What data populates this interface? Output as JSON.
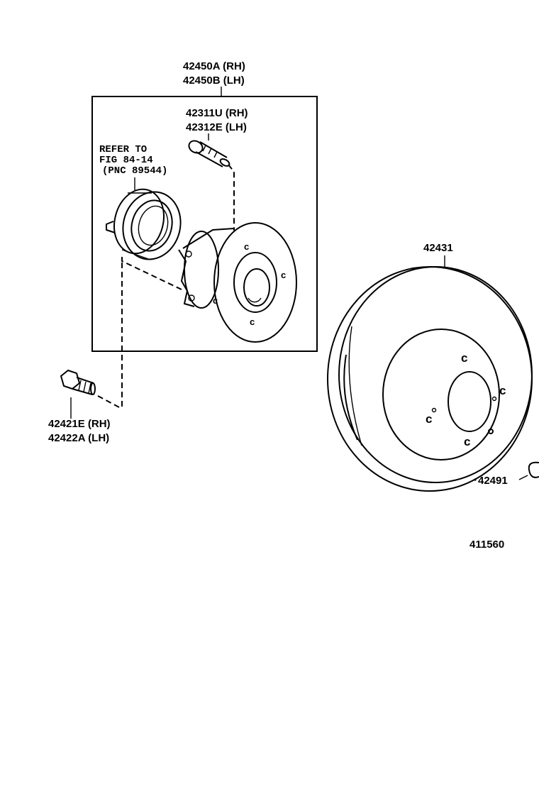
{
  "labels": {
    "hub_assy_rh": "42450A (RH)",
    "hub_assy_lh": "42450B (LH)",
    "hub_bolt_rh": "42311U (RH)",
    "hub_bolt_lh": "42312E (LH)",
    "refer_line1": "REFER TO",
    "refer_line2": "FIG 84-14",
    "refer_line3": "(PNC 89544)",
    "bolt_rh": "42421E (RH)",
    "bolt_lh": "42422A (LH)",
    "disc": "42431",
    "clip": "42491",
    "diagram_number": "411560"
  },
  "colors": {
    "line": "#000000",
    "background": "#ffffff"
  }
}
